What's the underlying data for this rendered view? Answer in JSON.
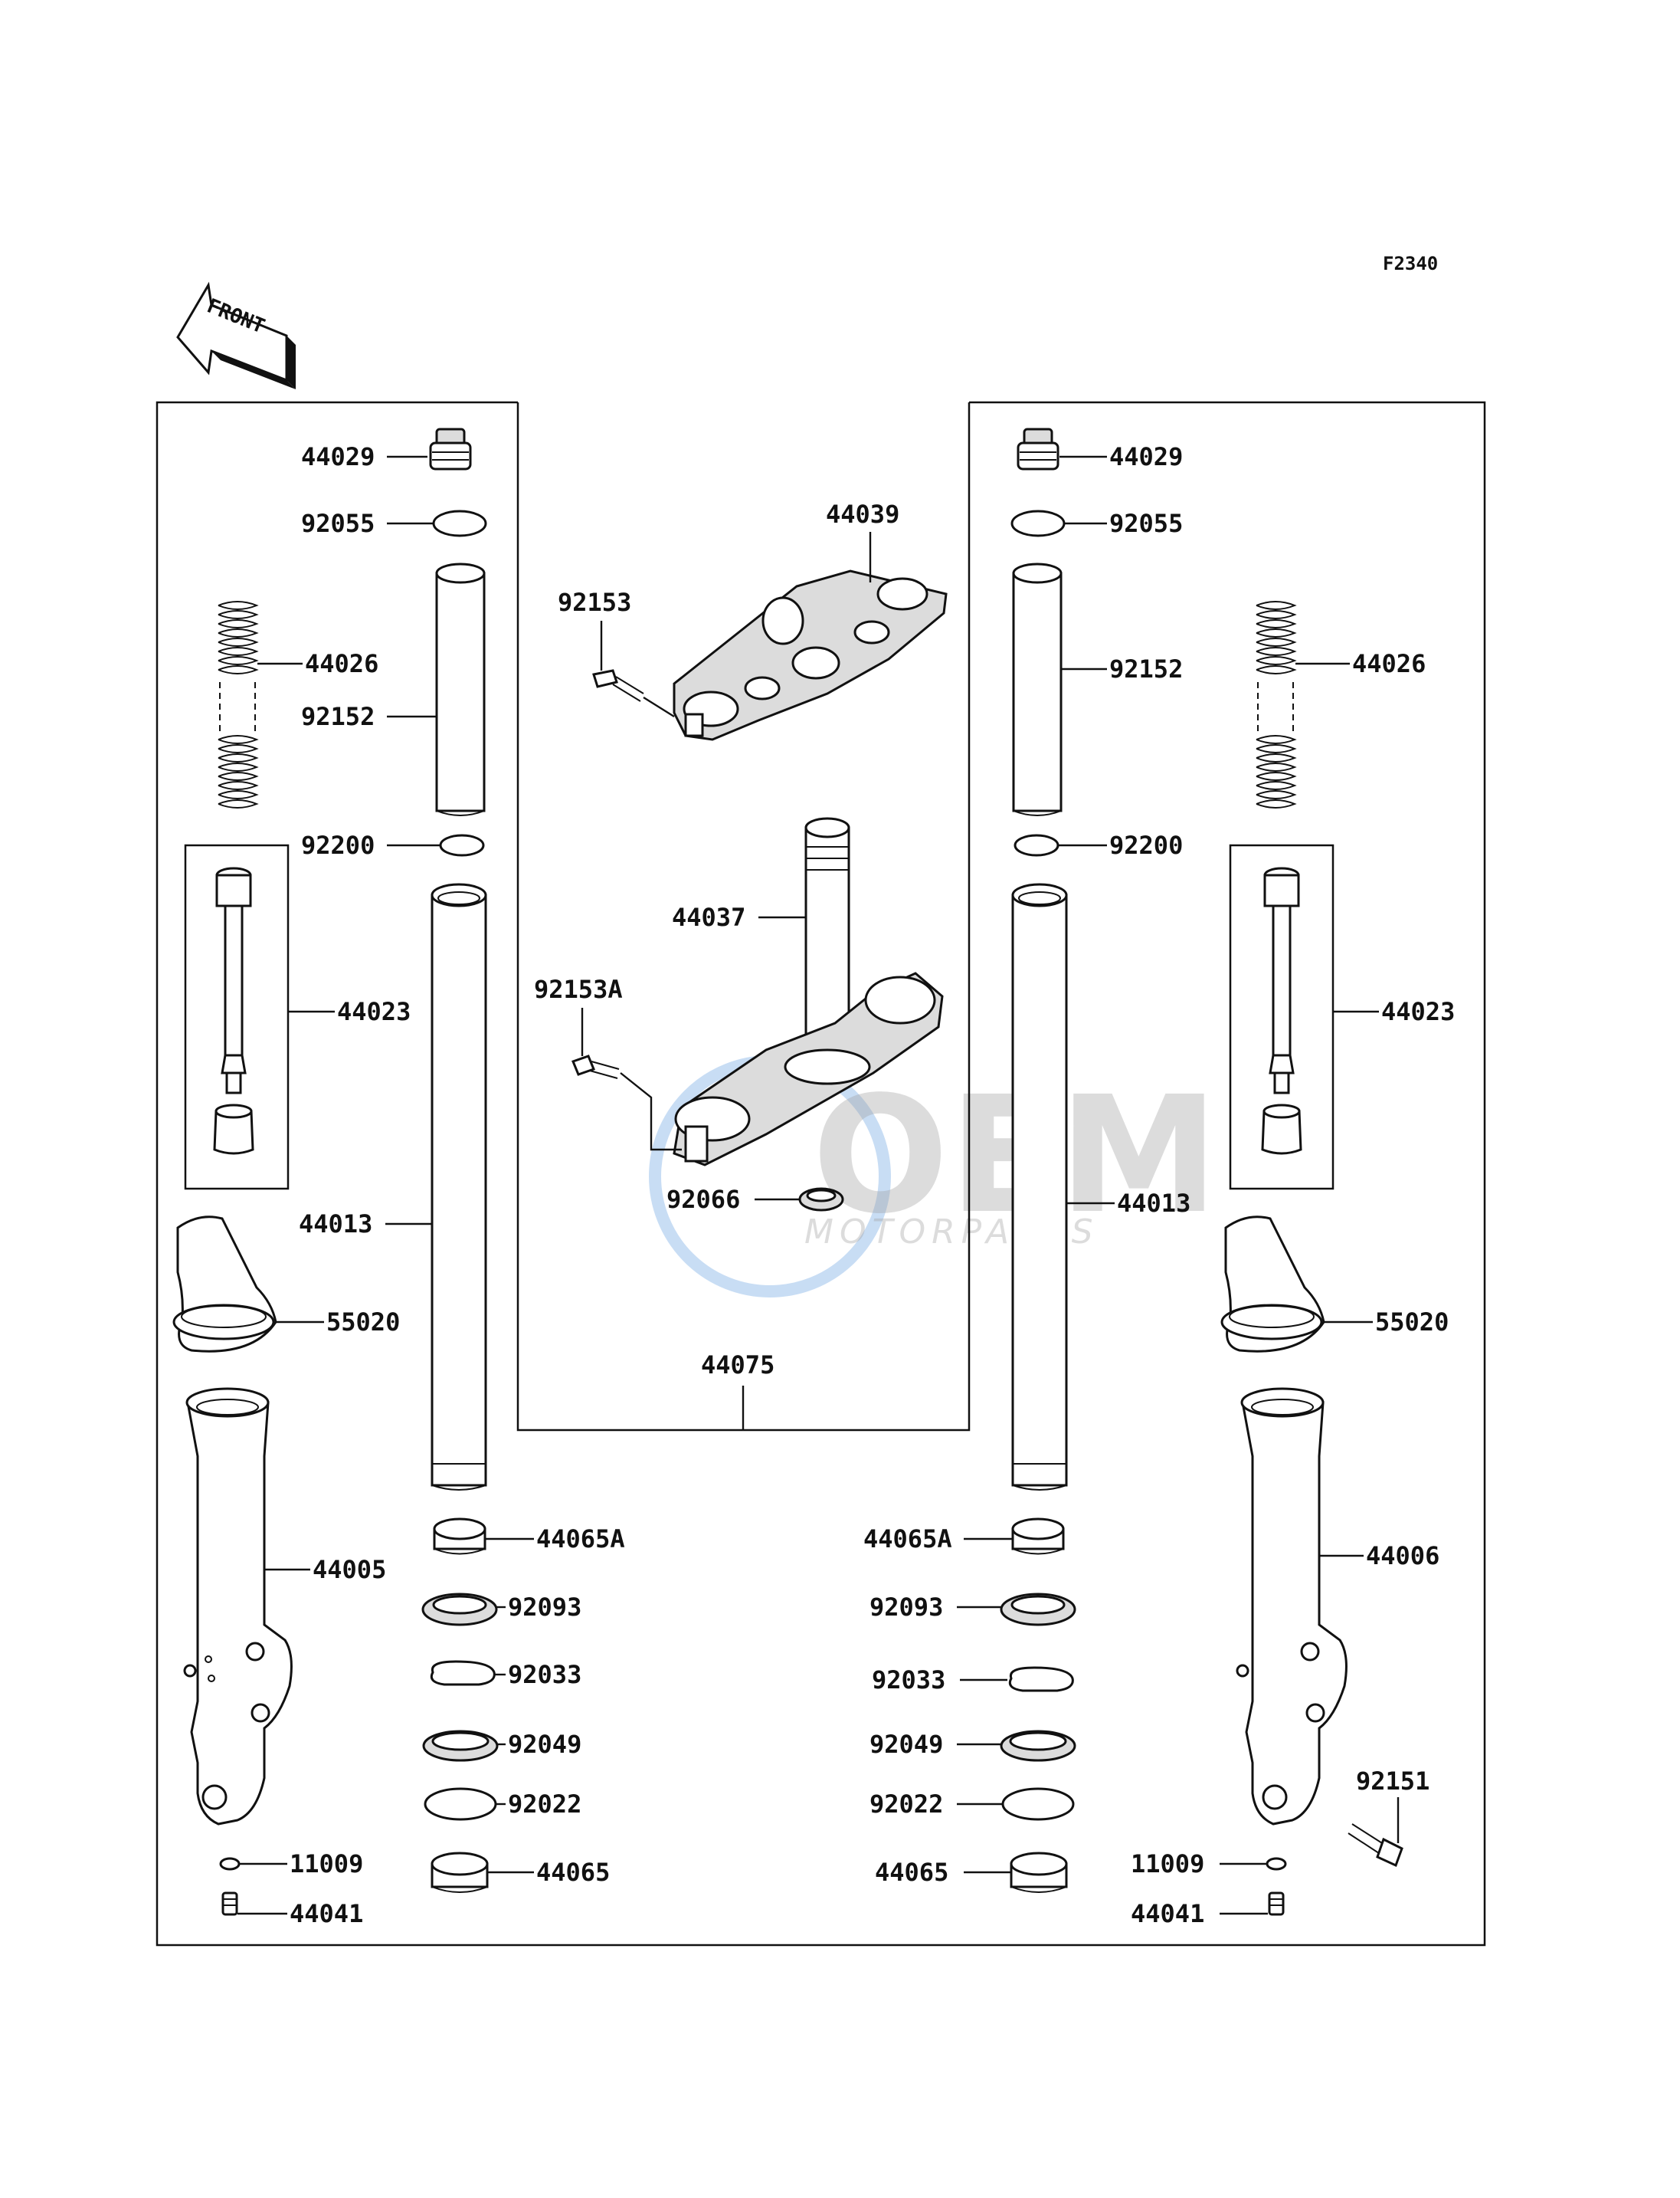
{
  "figure_code": "F2340",
  "front_arrow_label": "FRONT",
  "watermark": {
    "brand": "OEM",
    "sub": "MOTORPARTS",
    "color": "#4a90d9"
  },
  "labels": {
    "l_44029": "44029",
    "l_92055": "92055",
    "l_44026": "44026",
    "l_92152": "92152",
    "l_92200": "92200",
    "l_44023": "44023",
    "l_44013": "44013",
    "l_55020": "55020",
    "l_44005": "44005",
    "l_44065A": "44065A",
    "l_92093": "92093",
    "l_92033": "92033",
    "l_92049": "92049",
    "l_92022": "92022",
    "l_44065": "44065",
    "l_11009": "11009",
    "l_44041": "44041",
    "c_44039": "44039",
    "c_92153": "92153",
    "c_44037": "44037",
    "c_92153A": "92153A",
    "c_92066": "92066",
    "c_44075": "44075",
    "r_44029": "44029",
    "r_92055": "92055",
    "r_92152": "92152",
    "r_44026": "44026",
    "r_92200": "92200",
    "r_44023": "44023",
    "r_44013": "44013",
    "r_55020": "55020",
    "r_44065A": "44065A",
    "r_44006": "44006",
    "r_92093": "92093",
    "r_92033": "92033",
    "r_92049": "92049",
    "r_92022": "92022",
    "r_92151": "92151",
    "r_11009": "11009",
    "r_44065": "44065",
    "r_44041": "44041"
  }
}
